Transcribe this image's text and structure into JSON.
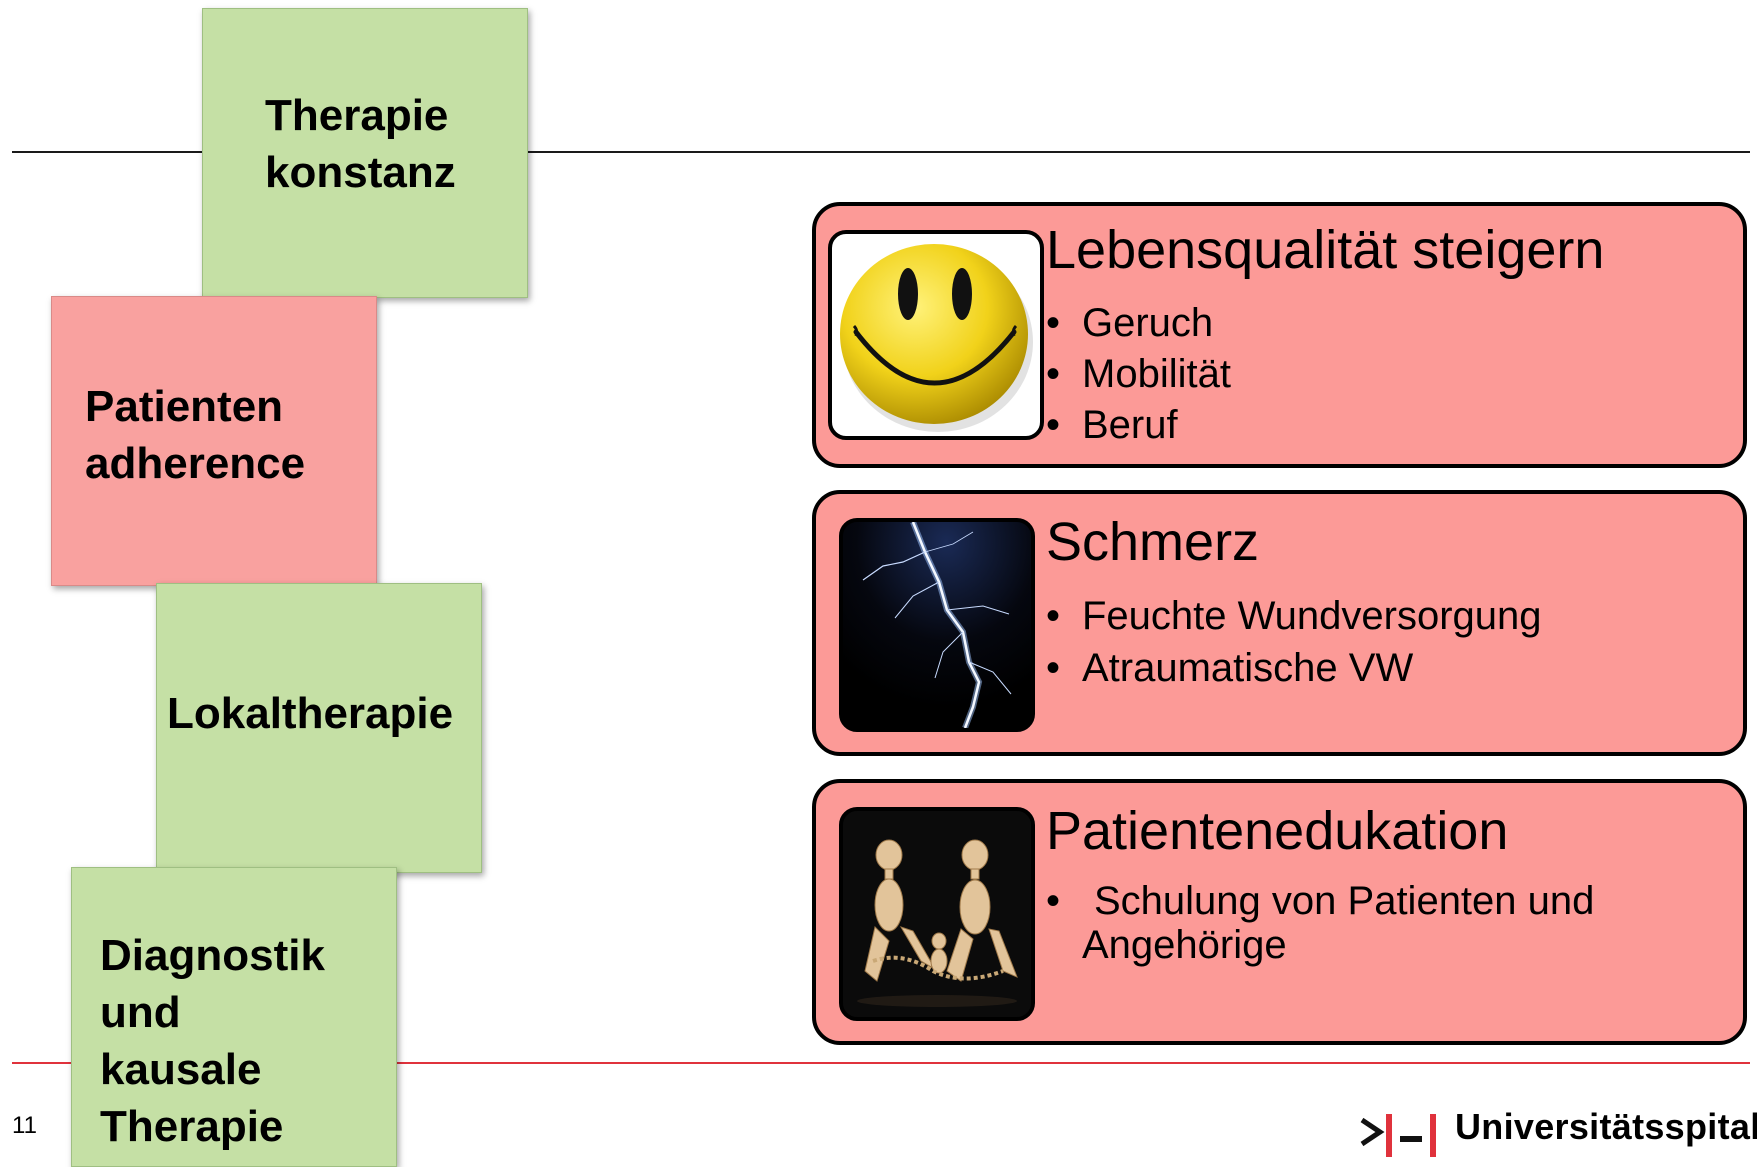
{
  "blocks": {
    "therapie_konstanz": [
      "Therapie",
      "konstanz"
    ],
    "patienten_adherence": [
      "Patienten",
      "adherence"
    ],
    "lokaltherapie": [
      "Lokaltherapie"
    ],
    "diagnostik": [
      "Diagnostik",
      "und",
      "kausale",
      "Therapie"
    ]
  },
  "cards": [
    {
      "title": "Lebensqualität steigern",
      "image": "smiley-face",
      "bullets": [
        "Geruch",
        "Mobilität",
        "Beruf"
      ]
    },
    {
      "title": "Schmerz",
      "image": "lightning-bolt",
      "bullets": [
        "Feuchte Wundversorgung",
        "Atraumatische VW"
      ]
    },
    {
      "title": "Patientenedukation",
      "image": "wooden-figures",
      "bullets": [
        "Schulung von Patienten und",
        "Angehörige"
      ]
    }
  ],
  "bullet_char": "•",
  "footer": {
    "page_number": "11",
    "logo_text": "Universitätsspital"
  },
  "colors": {
    "green_block": "#c5e0a5",
    "red_block": "#f9a19f",
    "card_fill": "#fc9a97",
    "footer_rule": "#e0323c"
  }
}
